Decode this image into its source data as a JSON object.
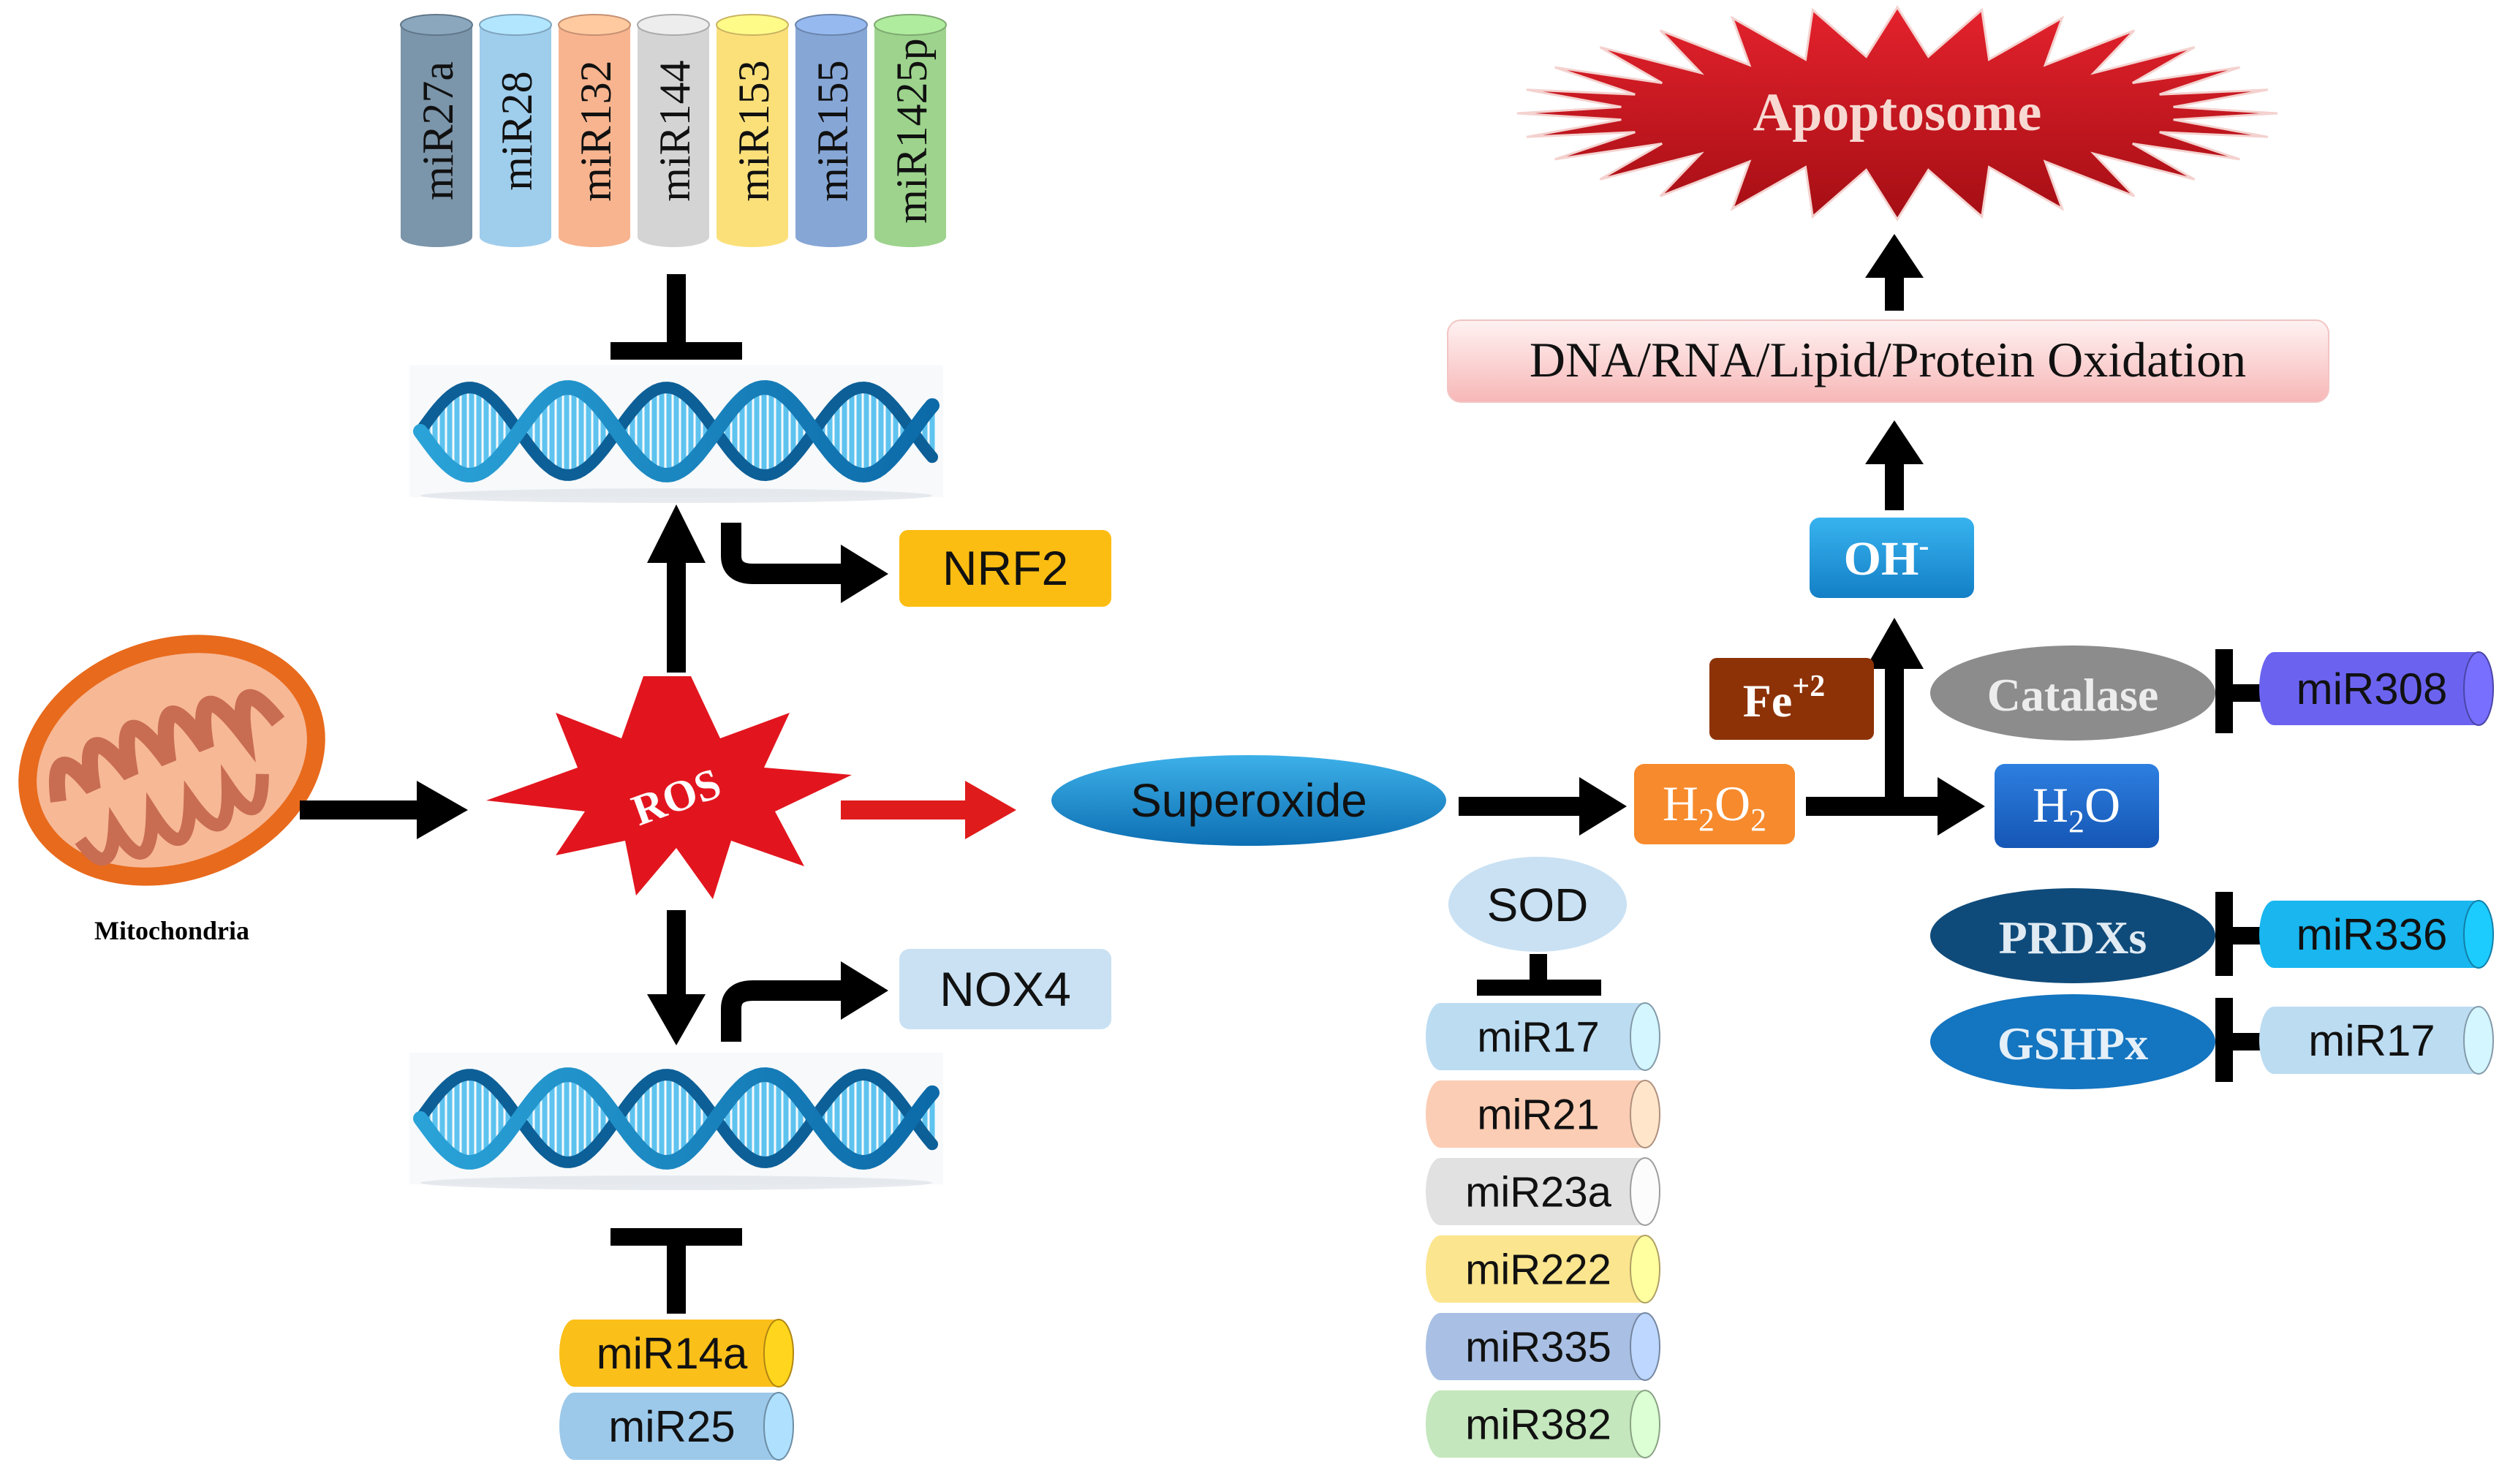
{
  "top_mirnas": [
    {
      "label": "miR27a",
      "color": "#7b95aa"
    },
    {
      "label": "miR28",
      "color": "#9fcdec"
    },
    {
      "label": "miR132",
      "color": "#f7b48f"
    },
    {
      "label": "miR144",
      "color": "#d4d4d4"
    },
    {
      "label": "miR153",
      "color": "#fbe07a"
    },
    {
      "label": "miR155",
      "color": "#86a6d6"
    },
    {
      "label": "miR1425p",
      "color": "#9dd38d"
    }
  ],
  "mitochondria_label": "Mitochondria",
  "ros_label": "ROS",
  "nrf2_label": "NRF2",
  "nox4_label": "NOX4",
  "bottom_mirnas": [
    {
      "label": "miR14a",
      "color": "#fbbf1a"
    },
    {
      "label": "miR25",
      "color": "#9cc9ea"
    }
  ],
  "superoxide_label": "Superoxide",
  "h2o2": {
    "main": "H",
    "sub": "2",
    "main2": "O",
    "sub2": "2"
  },
  "sod_label": "SOD",
  "sod_mirnas": [
    {
      "label": "miR17",
      "color": "#bcdcf2"
    },
    {
      "label": "miR21",
      "color": "#fbcdb4"
    },
    {
      "label": "miR23a",
      "color": "#e1e1e1"
    },
    {
      "label": "miR222",
      "color": "#fbe58e"
    },
    {
      "label": "miR335",
      "color": "#a9c0e4"
    },
    {
      "label": "miR382",
      "color": "#c4e7bd"
    }
  ],
  "fe": {
    "main": "Fe",
    "sup": "+2"
  },
  "oh": {
    "main": "OH",
    "sup": "-"
  },
  "h2o": {
    "main": "H",
    "sub": "2",
    "main2": "O"
  },
  "oxidation_label": "DNA/RNA/Lipid/Protein Oxidation",
  "apoptosome_label": "Apoptosome",
  "catalase_label": "Catalase",
  "prdxs_label": "PRDXs",
  "gshpx_label": "GSHPx",
  "miR308": {
    "label": "miR308",
    "color": "#6b63f0"
  },
  "miR336": {
    "label": "miR336",
    "color": "#19b6ef"
  },
  "miR17_right": {
    "label": "miR17",
    "color": "#bcdcf2"
  }
}
